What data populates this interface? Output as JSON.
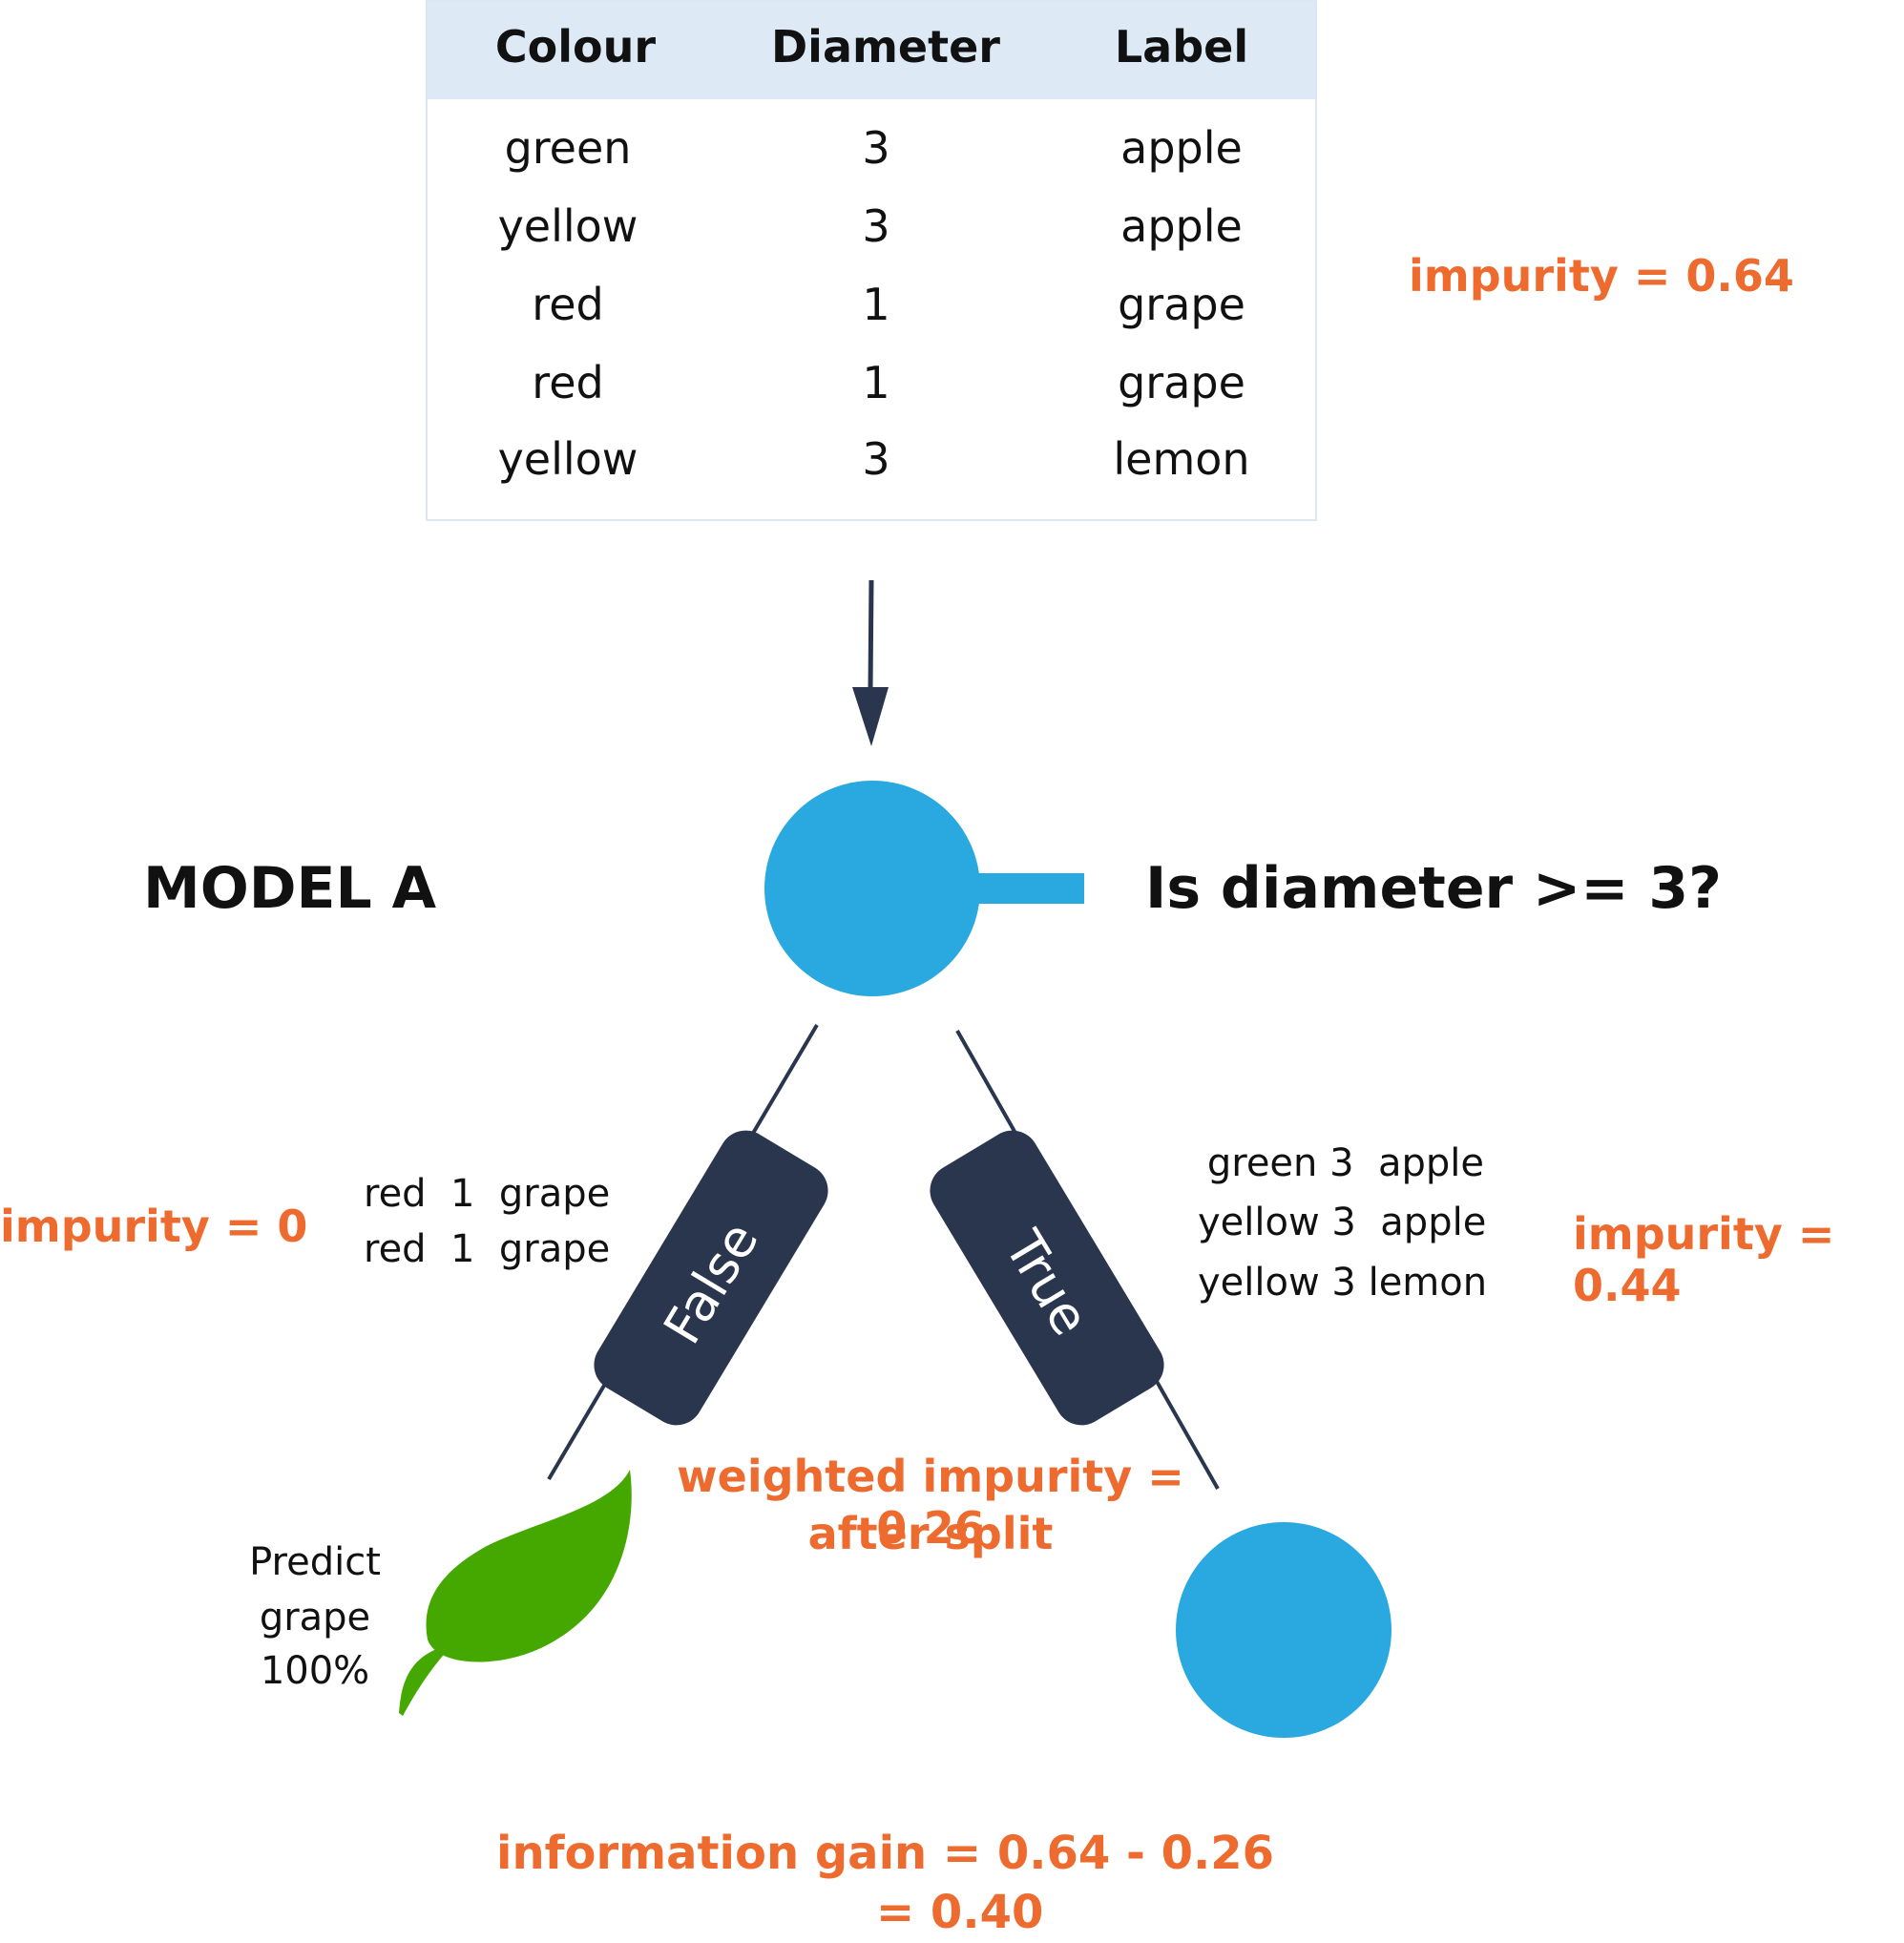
{
  "table": {
    "headers": [
      "Colour",
      "Diameter",
      "Label"
    ],
    "rows": [
      [
        "green",
        "3",
        "apple"
      ],
      [
        "yellow",
        "3",
        "apple"
      ],
      [
        "red",
        "1",
        "grape"
      ],
      [
        "red",
        "1",
        "grape"
      ],
      [
        "yellow",
        "3",
        "lemon"
      ]
    ]
  },
  "root_impurity": "impurity = 0.64",
  "model_label": "MODEL A",
  "question": "Is diameter >= 3?",
  "branches": {
    "false_label": "False",
    "true_label": "True"
  },
  "left": {
    "impurity": "impurity = 0",
    "rows": [
      "red  1  grape",
      "red  1  grape"
    ],
    "predict_lines": [
      "Predict",
      "grape",
      "100%"
    ]
  },
  "right": {
    "impurity": "impurity = 0.44",
    "rows": [
      "green 3  apple",
      "yellow 3  apple",
      "yellow 3 lemon"
    ]
  },
  "weighted": {
    "line1": "weighted impurity = 0.26",
    "line2": "after split"
  },
  "info_gain": {
    "line1": "information gain = 0.64 - 0.26",
    "line2": "= 0.40"
  },
  "colors": {
    "node": "#29a9e0",
    "branch_tag": "#29364d",
    "leaf": "#45a800",
    "accent": "#ee6b2f",
    "table_header_bg": "#ddeaf6"
  }
}
